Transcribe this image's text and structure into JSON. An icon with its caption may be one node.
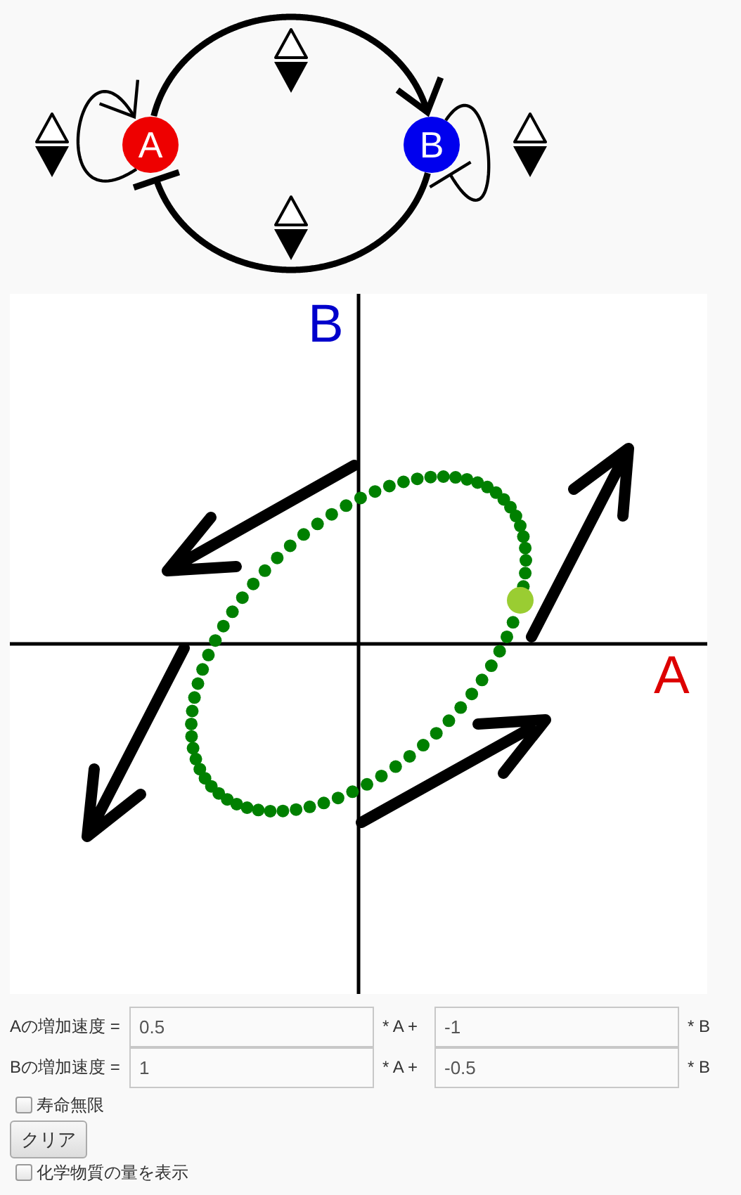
{
  "diagram": {
    "nodes": [
      {
        "text": [
          "A"
        ]
      },
      {
        "text": [
          "B"
        ]
      }
    ],
    "edges": [
      {
        "from": 0,
        "to": 0,
        "arrow": "to"
      },
      {
        "from": 0,
        "to": 1,
        "arrow": "to",
        "style": "thick"
      },
      {
        "from": 1,
        "to": 1,
        "arrow": "other"
      },
      {
        "from": 1,
        "to": 0,
        "arrow": "other",
        "style": "thick"
      }
    ],
    "labels": [
      "B",
      "A",
      "Aの増加速度 =",
      "0.5",
      "* A +",
      "-1",
      "* B",
      "Bの増加速度 =",
      "1",
      "* A +",
      "-0.5",
      "* B",
      "寿命無限",
      "クリア",
      "化学物質の量を表示"
    ]
  }
}
